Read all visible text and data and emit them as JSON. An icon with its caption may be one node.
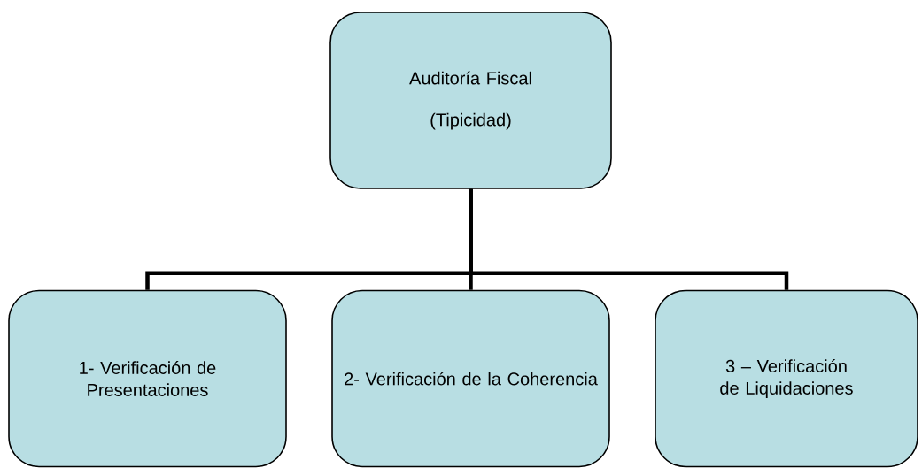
{
  "diagram": {
    "nodes": [
      {
        "text": [
          "Auditoría Fiscal",
          "(Tipicidad)"
        ]
      },
      {
        "text": [
          "1- Verificación de Presentaciones"
        ]
      },
      {
        "text": [
          "2- Verificación de la Coherencia"
        ]
      },
      {
        "text": [
          "3 – Verificación de Liquidaciones"
        ]
      }
    ],
    "edges": [
      {
        "from": 0,
        "to": 1,
        "arrow": "none"
      },
      {
        "from": 0,
        "to": 2,
        "arrow": "none"
      },
      {
        "from": 0,
        "to": 3,
        "arrow": "none"
      }
    ]
  }
}
